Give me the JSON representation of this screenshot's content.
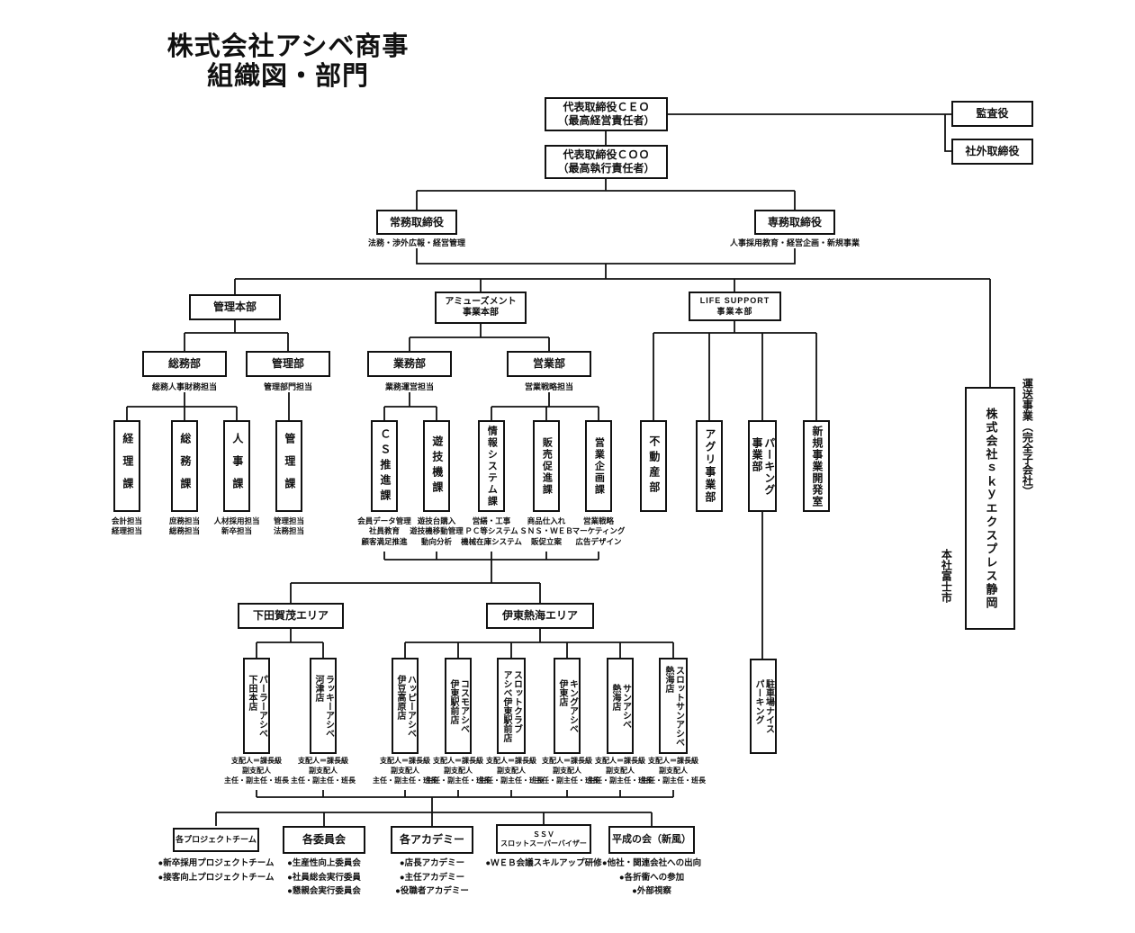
{
  "title": "株式会社アシベ商事\n組織図・部門",
  "executives": {
    "ceo": "代表取締役ＣＥＯ\n（最高経営責任者）",
    "coo": "代表取締役ＣＯＯ\n（最高執行責任者）",
    "auditor": "監査役",
    "outside_director": "社外取締役",
    "jomu": {
      "label": "常務取締役",
      "caption": "法務・渉外広報・経営管理"
    },
    "semmu": {
      "label": "専務取締役",
      "caption": "人事採用教育・経営企画・新規事業"
    }
  },
  "divisions": {
    "kanri_honbu": "管理本部",
    "amusement_honbu": "アミューズメント\n事業本部",
    "life_support_honbu": "LIFE SUPPORT\n事業本部"
  },
  "departments": {
    "somu": {
      "label": "総務部",
      "caption": "総務人事財務担当"
    },
    "kanri": {
      "label": "管理部",
      "caption": "管理部門担当"
    },
    "gyomu": {
      "label": "業務部",
      "caption": "業務運営担当"
    },
    "eigyo": {
      "label": "営業部",
      "caption": "営業戦略担当"
    }
  },
  "sections": {
    "keiri_ka": {
      "label": "経理課",
      "caption": "会計担当\n経理担当"
    },
    "somu_ka": {
      "label": "総務課",
      "caption": "庶務担当\n総務担当"
    },
    "jinji_ka": {
      "label": "人事課",
      "caption": "人材採用担当\n新卒担当"
    },
    "kanri_ka": {
      "label": "管理課",
      "caption": "管理担当\n法務担当"
    },
    "cs_ka": {
      "label": "ＣＳ推進課",
      "caption": "会員データ管理\n社員教育\n顧客満足推進"
    },
    "yugiki_ka": {
      "label": "遊技機課",
      "caption": "遊技台購入\n遊技機移動管理\n動向分析"
    },
    "joho_ka": {
      "label": "情報システム課",
      "caption": "営繕・工事\nＰＣ等システム\n機械在庫システム"
    },
    "hansoku_ka": {
      "label": "販売促進課",
      "caption": "商品仕入れ\nＳＮＳ・ＷＥＢ\n販促立案"
    },
    "kikaku_ka": {
      "label": "営業企画課",
      "caption": "営業戦略\nマーケティング\n広告デザイン"
    }
  },
  "life_support_units": {
    "fudosan": "不動産部",
    "agri": "アグリ事業部",
    "parking": "パーキング\n事業部",
    "shinki": "新規事業開発室"
  },
  "subsidiary": {
    "name": "株式会社ｓｋｙエクスプレス静岡",
    "business": "運送事業（完全子会社）",
    "location": "本社富士市"
  },
  "areas": {
    "shimoda": "下田賀茂エリア",
    "ito": "伊東熱海エリア"
  },
  "stores": {
    "caption": "支配人＝課長級\n副支配人\n主任・副主任・班長",
    "parlor_shimoda": "パーラーアシベ\n下田本店",
    "lucky_kawazu": "ラッキーアシベ\n河津店",
    "happy_izukogen": "ハッピーアシベ\n伊豆高原店",
    "cosmo_ito": "コスモアシベ\n伊東駅前店",
    "slotclub_ito": "スロットクラブ\nアシベ伊東駅前店",
    "king_ito": "キングアシベ\n伊東店",
    "sun_atami": "サンアシベ\n熱海店",
    "slotsun_atami": "スロットサンアシベ\n熱海店"
  },
  "parking_lot": "駐車場ナイス\nパーキング",
  "committees": {
    "project": {
      "label": "各プロジェクトチーム",
      "items": [
        "●新卒採用プロジェクトチーム",
        "●接客向上プロジェクトチーム"
      ]
    },
    "iinkai": {
      "label": "各委員会",
      "items": [
        "●生産性向上委員会",
        "●社員総会実行委員",
        "●懇親会実行委員会"
      ]
    },
    "academy": {
      "label": "各アカデミー",
      "items": [
        "●店長アカデミー",
        "●主任アカデミー",
        "●役職者アカデミー"
      ]
    },
    "ssv": {
      "label": "ＳＳＶ\nスロットスーパーバイザー",
      "items": [
        "●ＷＥＢ会議スキルアップ研修"
      ]
    },
    "heisei": {
      "label": "平成の会（新風）",
      "items": [
        "●他社・関連会社への出向",
        "●各折衝への参加",
        "●外部視察"
      ]
    }
  },
  "colors": {
    "line": "#111111",
    "border": "#111111",
    "text": "#111111",
    "background": "#ffffff"
  }
}
